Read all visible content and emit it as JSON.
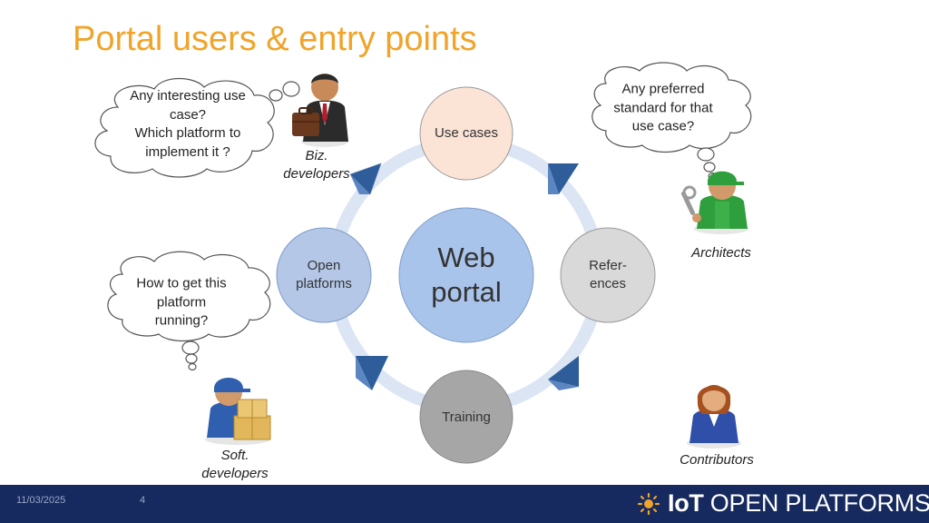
{
  "slide": {
    "title": "Portal users & entry points"
  },
  "diagram": {
    "center": {
      "label": "Web\nportal"
    },
    "nodes": [
      {
        "id": "use_cases",
        "label": "Use cases",
        "fill": "#fbe3d6"
      },
      {
        "id": "references",
        "label": "Refer-\nences",
        "fill": "#d9d9d9"
      },
      {
        "id": "training",
        "label": "Training",
        "fill": "#a6a6a6"
      },
      {
        "id": "open_platforms",
        "label": "Open\nplatforms",
        "fill": "#b4c7e7"
      }
    ],
    "colors": {
      "ring": "#dbe5f3",
      "center_fill": "#a9c4eb",
      "arrow_dark": "#2e5d9a",
      "arrow_light": "#ffffff"
    }
  },
  "bubbles": {
    "biz": "Any interesting use\ncase?\nWhich platform to\nimplement it ?",
    "architects": "Any preferred\nstandard for that\nuse case?",
    "soft": "How to get this\nplatform\nrunning?"
  },
  "roles": {
    "biz": "Biz.\ndevelopers",
    "architects": "Architects",
    "soft": "Soft.\ndevelopers",
    "contributors": "Contributors"
  },
  "icons": {
    "biz": "businessman-briefcase-icon",
    "architects": "worker-wrench-icon",
    "soft": "worker-boxes-icon",
    "contributors": "woman-person-icon"
  },
  "footer": {
    "date": "11/03/2025",
    "page": "4",
    "brand_bold": "IoT",
    "brand_rest": " OPEN PLATFORMS"
  }
}
